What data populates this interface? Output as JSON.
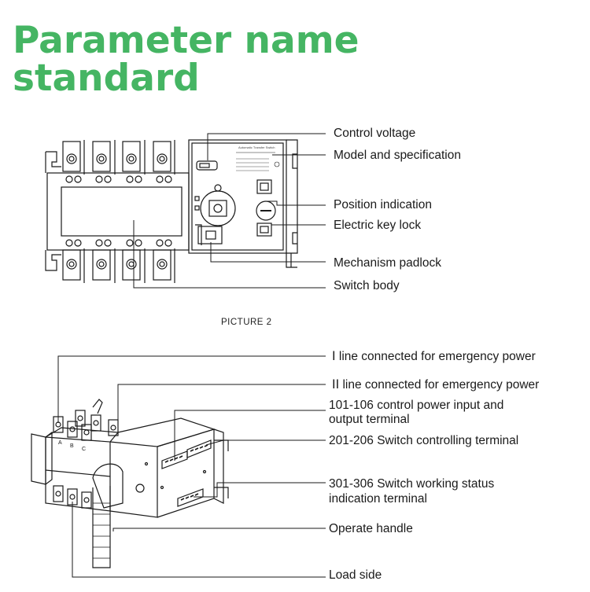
{
  "title": {
    "line1": "Parameter name",
    "line2": "standard"
  },
  "picture1_labels": [
    "Control voltage",
    "Model and specification",
    "Position indication",
    "Electric key lock",
    "Mechanism padlock",
    "Switch body"
  ],
  "panel_text": "Automatic Transfer Switch",
  "caption": "PICTURE 2",
  "picture2_labels": {
    "l1": "Ⅰ line connected for emergency power",
    "l2": "ⅠⅠ line connected for emergency power",
    "l3a": "101-106 control power input and",
    "l3b": "output terminal",
    "l4": "201-206 Switch controlling terminal",
    "l5a": "301-306 Switch working status",
    "l5b": "indication terminal",
    "l6": "Operate handle",
    "l7": "Load side"
  },
  "pole_letters": [
    "A",
    "B",
    "C"
  ],
  "colors": {
    "title": "#45b563",
    "line": "#1a1a1a"
  }
}
